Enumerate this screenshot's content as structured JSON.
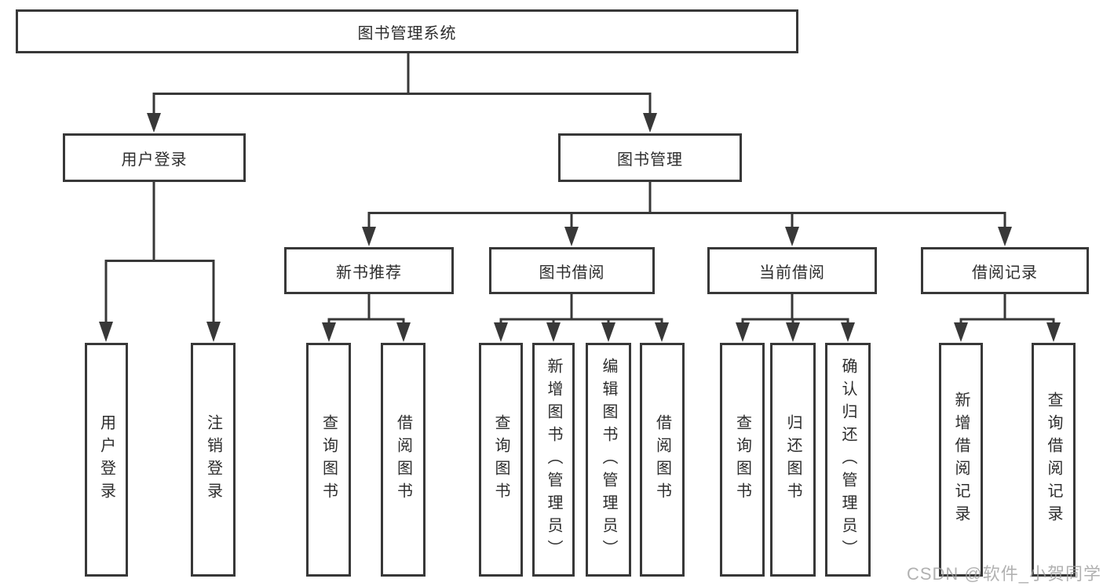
{
  "diagram": {
    "root": {
      "label": "图书管理系统"
    },
    "level2": [
      {
        "label": "用户登录"
      },
      {
        "label": "图书管理"
      }
    ],
    "level3": [
      {
        "label": "新书推荐"
      },
      {
        "label": "图书借阅"
      },
      {
        "label": "当前借阅"
      },
      {
        "label": "借阅记录"
      }
    ],
    "leaves": {
      "user_login": [
        "用户登录",
        "注销登录"
      ],
      "new_books": [
        "查询图书",
        "借阅图书"
      ],
      "borrow": [
        "查询图书",
        "新增图书（管理员）",
        "编辑图书（管理员）",
        "借阅图书"
      ],
      "current": [
        "查询图书",
        "归还图书",
        "确认归还（管理员）"
      ],
      "records": [
        "新增借阅记录",
        "查询借阅记录"
      ]
    }
  },
  "watermark": {
    "text": "CSDN @软件_小贺同学"
  },
  "colors": {
    "line": "#383838",
    "text": "#2d2d2d",
    "box_fill": "#ffffff",
    "watermark": "#9e9e9e",
    "background": "#ffffff"
  }
}
